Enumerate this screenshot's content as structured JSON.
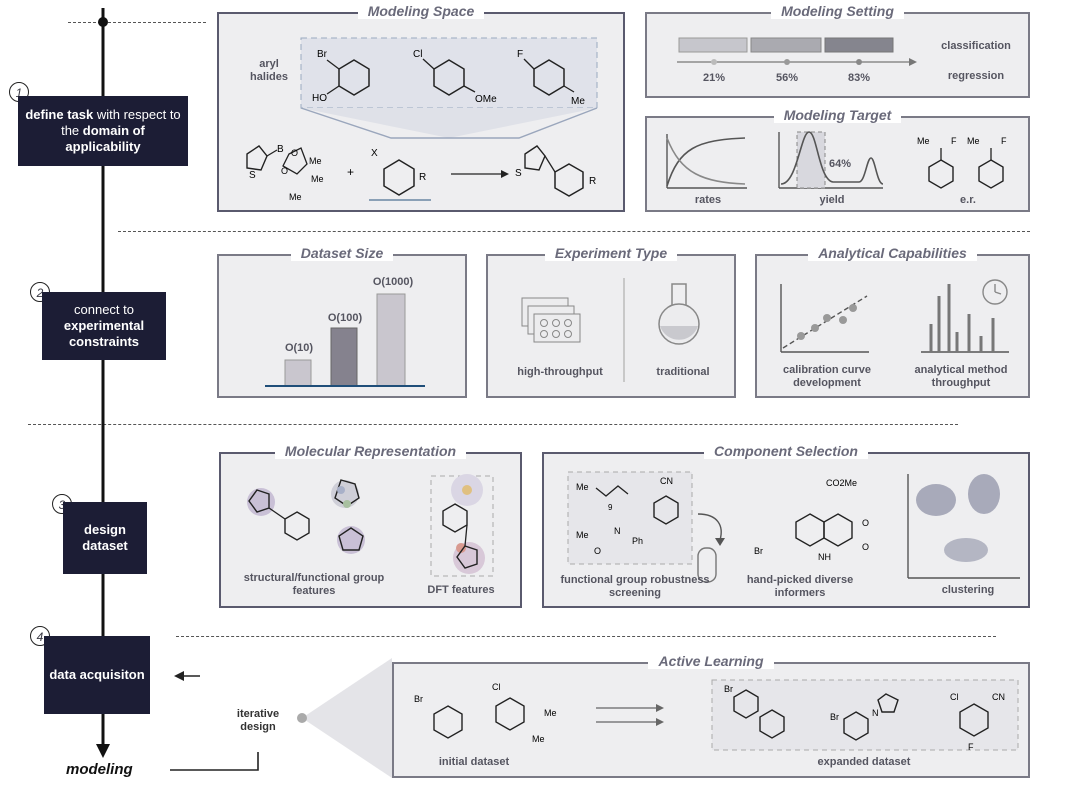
{
  "steps": [
    {
      "num": "1",
      "pre": "",
      "b1": "define task",
      "mid": " with respect to the ",
      "b2": "domain of applicability"
    },
    {
      "num": "2",
      "pre": "connect to ",
      "b1": "experimental constraints",
      "mid": "",
      "b2": ""
    },
    {
      "num": "3",
      "pre": "",
      "b1": "design dataset",
      "mid": "",
      "b2": ""
    },
    {
      "num": "4",
      "pre": "",
      "b1": "data acquisiton",
      "mid": "",
      "b2": ""
    }
  ],
  "modeling_label": "modeling",
  "iterative_label": "iterative design",
  "panels": {
    "modeling_space": {
      "title": "Modeling Space",
      "aryl_label": "aryl halides"
    },
    "modeling_setting": {
      "title": "Modeling Setting",
      "classification": "classification",
      "regression": "regression",
      "percents": [
        "21%",
        "56%",
        "83%"
      ]
    },
    "modeling_target": {
      "title": "Modeling Target",
      "rates": "rates",
      "yield": "yield",
      "yield_pct": "64%",
      "er": "e.r."
    },
    "dataset_size": {
      "title": "Dataset Size",
      "bars": [
        {
          "label": "O(10)",
          "value": 10
        },
        {
          "label": "O(100)",
          "value": 100
        },
        {
          "label": "O(1000)",
          "value": 1000
        }
      ]
    },
    "experiment_type": {
      "title": "Experiment Type",
      "left": "high-throughput",
      "right": "traditional"
    },
    "analytical": {
      "title": "Analytical Capabilities",
      "left": "calibration curve development",
      "right": "analytical method throughput"
    },
    "molecular_rep": {
      "title": "Molecular Representation",
      "left": "structural/functional group features",
      "right": "DFT features"
    },
    "component_sel": {
      "title": "Component Selection",
      "a": "functional group robustness screening",
      "b": "hand-picked diverse informers",
      "c": "clustering"
    },
    "active_learning": {
      "title": "Active Learning",
      "initial": "initial dataset",
      "expanded": "expanded dataset"
    }
  },
  "chem": {
    "br": "Br",
    "ho": "HO",
    "cl": "Cl",
    "ome": "OMe",
    "f": "F",
    "me": "Me",
    "b": "B",
    "o": "O",
    "s": "S",
    "x": "X",
    "r": "R",
    "cn": "CN",
    "co2me": "CO2Me",
    "n": "N",
    "h": "H",
    "ph": "Ph",
    "nh": "NH",
    "nine": "9",
    "plus": "+"
  },
  "colors": {
    "navy": "#1c1d35",
    "panel_bg": "#eeeef0",
    "border": "#7a7a86",
    "accent": "#1f4e79"
  }
}
